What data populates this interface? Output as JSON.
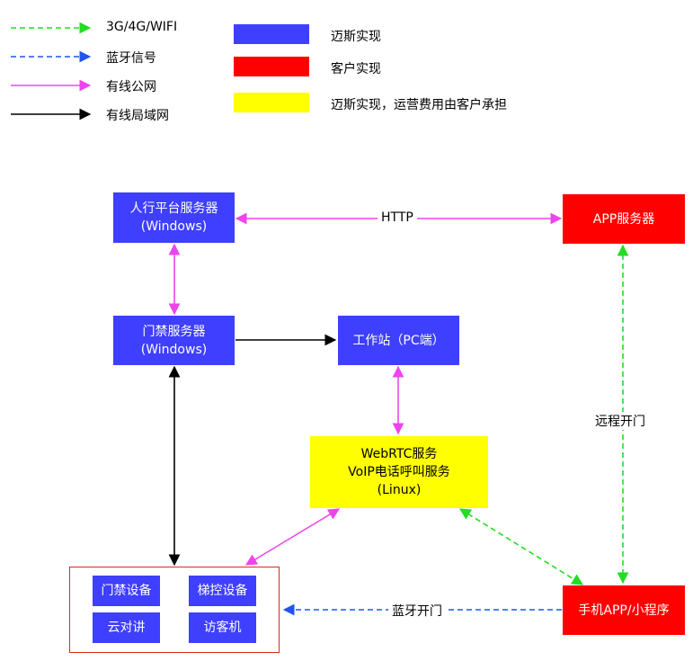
{
  "legend": {
    "lines": [
      {
        "label": "3G/4G/WIFI",
        "color": "#22dd22"
      },
      {
        "label": "蓝牙信号",
        "color": "#2255ee"
      },
      {
        "label": "有线公网",
        "color": "#ee44ee"
      },
      {
        "label": "有线局域网",
        "color": "#000000"
      }
    ],
    "colors": [
      {
        "label": "迈斯实现",
        "color": "#3f3fff"
      },
      {
        "label": "客户实现",
        "color": "#ff0000"
      },
      {
        "label": "迈斯实现，运营费用由客户承担",
        "color": "#ffff00"
      }
    ]
  },
  "nodes": {
    "renxing": {
      "line1": "人行平台服务器",
      "line2": "(Windows)"
    },
    "menjin": {
      "line1": "门禁服务器",
      "line2": "(Windows)"
    },
    "workstation": {
      "line1": "工作站（PC端）"
    },
    "app_server": {
      "line1": "APP服务器"
    },
    "webrtc": {
      "line1": "WebRTC服务",
      "line2": "VoIP电话呼叫服务",
      "line3": "(Linux)"
    },
    "mobile": {
      "line1": "手机APP/小程序"
    },
    "devices": [
      "门禁设备",
      "梯控设备",
      "云对讲",
      "访客机"
    ]
  },
  "edges": {
    "http": "HTTP",
    "remote_open": "远程开门",
    "bluetooth_open": "蓝牙开门"
  }
}
